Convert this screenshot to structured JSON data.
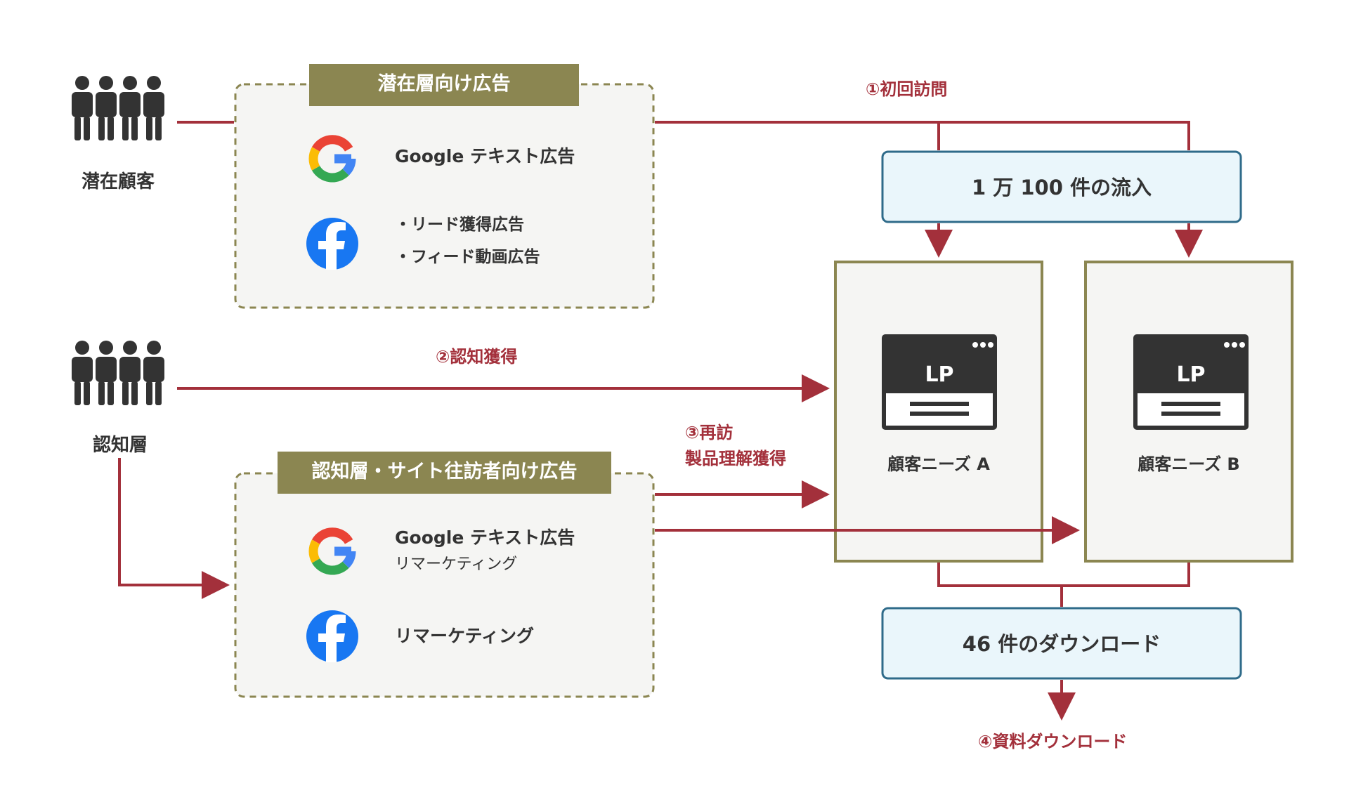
{
  "segments": {
    "latent": {
      "label": "潜在顧客"
    },
    "awareness": {
      "label": "認知層"
    }
  },
  "ad_groups": {
    "latent_ads": {
      "title": "潜在層向け広告",
      "google_text": "Google テキスト広告",
      "fb_item_1": "・リード獲得広告",
      "fb_item_2": "・フィード動画広告"
    },
    "awareness_ads": {
      "title": "認知層・サイト往訪者向け広告",
      "google_text": "Google テキスト広告",
      "google_sub": "リマーケティング",
      "fb_text": "リマーケティング"
    }
  },
  "steps": {
    "step1": "①初回訪問",
    "step2": "②認知獲得",
    "step3_line1": "③再訪",
    "step3_line2": "製品理解獲得",
    "step4": "④資料ダウンロード"
  },
  "metrics": {
    "inflow": "1 万 100 件の流入",
    "downloads": "46 件のダウンロード"
  },
  "landing_pages": {
    "a": {
      "badge": "LP",
      "label": "顧客ニーズ A"
    },
    "b": {
      "badge": "LP",
      "label": "顧客ニーズ B"
    }
  },
  "colors": {
    "arrow": "#a3303b",
    "olive": "#8b8651",
    "metric_border": "#2f6b8a",
    "metric_fill": "#eaf6fb",
    "panel_fill": "#f5f5f3",
    "icon_dark": "#333333"
  },
  "icons": [
    "people-icon",
    "google-logo-icon",
    "facebook-logo-icon",
    "browser-window-icon"
  ]
}
